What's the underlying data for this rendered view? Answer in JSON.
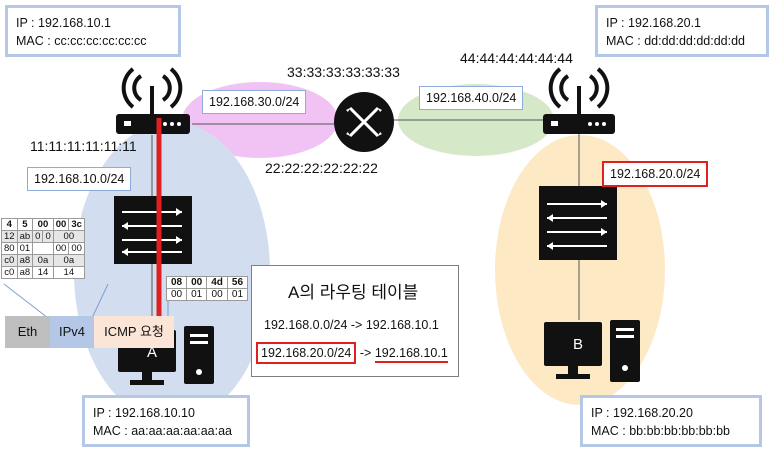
{
  "router_left": {
    "ip": "IP : 192.168.10.1",
    "mac": "MAC : cc:cc:cc:cc:cc:cc",
    "port_mac": "11:11:11:11:11:11"
  },
  "router_right": {
    "ip": "IP : 192.168.20.1",
    "mac": "MAC : dd:dd:dd:dd:dd:dd",
    "port_mac": "44:44:44:44:44:44"
  },
  "router_center": {
    "mac_top": "33:33:33:33:33:33",
    "mac_bottom": "22:22:22:22:22:22"
  },
  "networks": {
    "net_30": "192.168.30.0/24",
    "net_40": "192.168.40.0/24",
    "net_10": "192.168.10.0/24",
    "net_20": "192.168.20.0/24"
  },
  "host_a": {
    "name": "A",
    "ip": "IP : 192.168.10.10",
    "mac": "MAC : aa:aa:aa:aa:aa:aa"
  },
  "host_b": {
    "name": "B",
    "ip": "IP : 192.168.20.20",
    "mac": "MAC : bb:bb:bb:bb:bb:bb"
  },
  "ipv4_header_hex": [
    [
      "4",
      "5",
      "00",
      "00",
      "3c"
    ],
    [
      "12",
      "ab",
      "0",
      "0",
      "00"
    ],
    [
      "80",
      "01",
      "",
      "00",
      "00"
    ],
    [
      "c0",
      "a8",
      "0a",
      "0a",
      ""
    ],
    [
      "c0",
      "a8",
      "14",
      "14",
      ""
    ]
  ],
  "icmp_header_hex": [
    [
      "08",
      "00",
      "4d",
      "56"
    ],
    [
      "00",
      "01",
      "00",
      "01"
    ]
  ],
  "packet_segments": {
    "eth": "Eth",
    "ipv4": "IPv4",
    "icmp": "ICMP 요청"
  },
  "routing_table": {
    "title": "A의 라우팅 테이블",
    "row1": "192.168.0.0/24 -> 192.168.10.1",
    "row2_dest": "192.168.20.0/24",
    "row2_arrow": "->",
    "row2_hop": "192.168.10.1"
  },
  "colors": {
    "highlight_red": "#e02020",
    "box_border": "#b4c7e7",
    "net_30_area": "#e9a9f0",
    "net_40_area": "#c5e0b4",
    "net_10_area": "#c9d7ee",
    "net_20_area": "#fde5b8"
  },
  "icons": [
    "wifi-router-icon",
    "router-icon",
    "switch-icon",
    "pc-icon"
  ]
}
